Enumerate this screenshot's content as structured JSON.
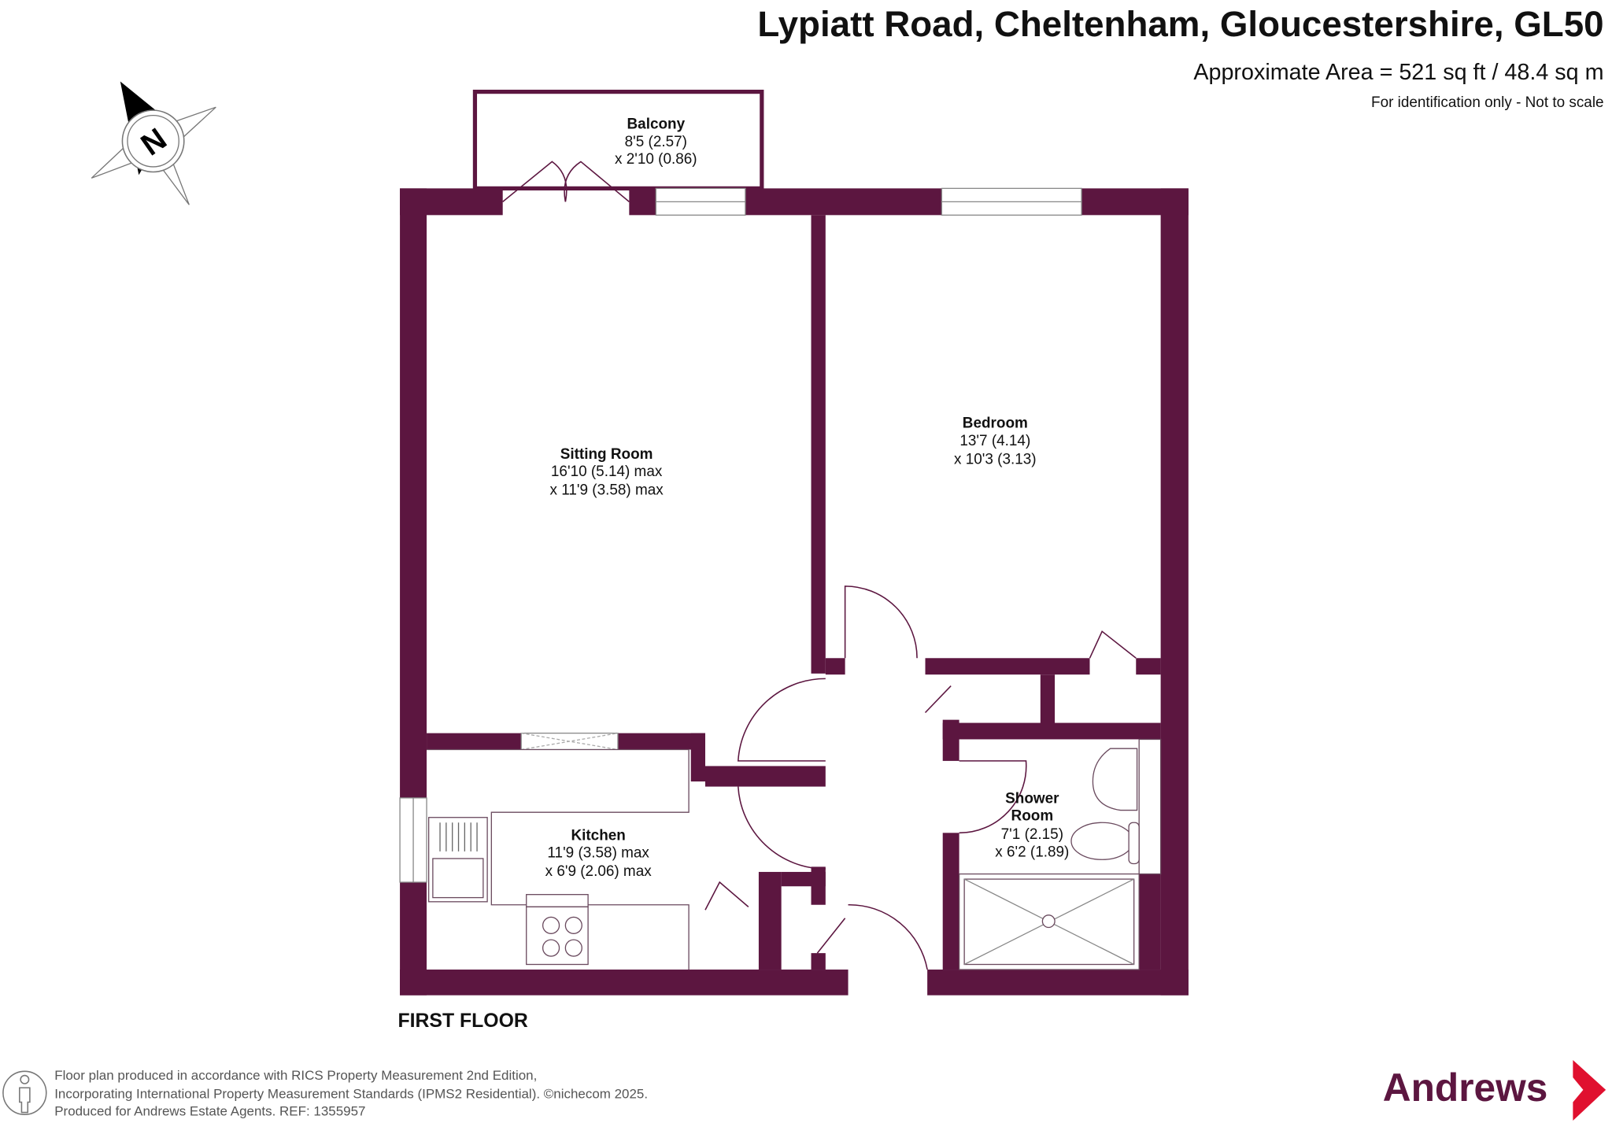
{
  "header": {
    "address": "Lypiatt Road, Cheltenham, Gloucestershire, GL50",
    "area": "Approximate Area = 521 sq ft / 48.4 sq m",
    "note": "For identification only - Not to scale"
  },
  "compass": {
    "letter": "N"
  },
  "rooms": {
    "balcony": {
      "name": "Balcony",
      "dim1": "8'5 (2.57)",
      "dim2": "x 2'10 (0.86)"
    },
    "sitting": {
      "name": "Sitting Room",
      "dim1": "16'10 (5.14) max",
      "dim2": "x 11'9 (3.58) max"
    },
    "bedroom": {
      "name": "Bedroom",
      "dim1": "13'7 (4.14)",
      "dim2": "x 10'3 (3.13)"
    },
    "kitchen": {
      "name": "Kitchen",
      "dim1": "11'9 (3.58) max",
      "dim2": "x 6'9 (2.06) max"
    },
    "shower": {
      "name1": "Shower",
      "name2": "Room",
      "dim1": "7'1 (2.15)",
      "dim2": "x 6'2 (1.89)"
    }
  },
  "floor_label": "FIRST FLOOR",
  "footer": {
    "line1": "Floor plan produced in accordance with RICS Property Measurement 2nd Edition,",
    "line2": "Incorporating International Property Measurement Standards (IPMS2 Residential).   ©nichecom 2025.",
    "line3": "Produced for Andrews Estate Agents.    REF: 1355957"
  },
  "brand": {
    "name": "Andrews",
    "color": "#5c1640",
    "accent": "#e0102f"
  }
}
